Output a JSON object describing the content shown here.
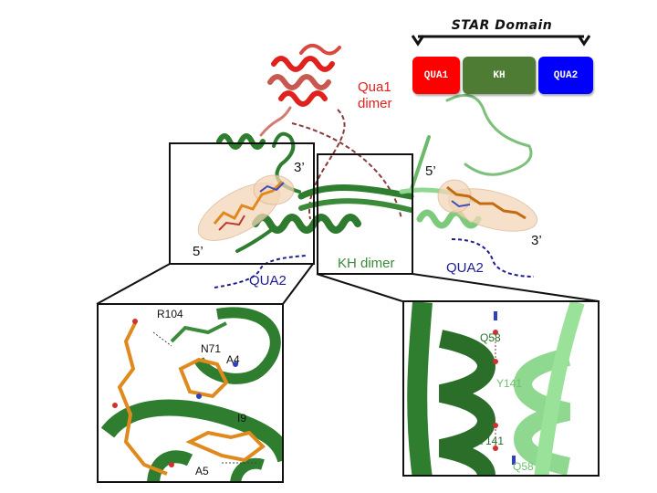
{
  "legend": {
    "title": "STAR Domain",
    "domains": [
      {
        "label": "QUA1",
        "color": "#fe0000"
      },
      {
        "label": "KH",
        "color": "#4e7c35"
      },
      {
        "label": "QUA2",
        "color": "#0000fb"
      }
    ]
  },
  "structure": {
    "qua1_dimer_label": [
      "Qua1",
      "dimer"
    ],
    "qua1_color": "#e0211d",
    "kh_dimer_label": "KH dimer",
    "kh_color": "#3a8a3a",
    "qua2_left_label": "QUA2",
    "qua2_right_label": "QUA2",
    "qua2_color": "#1d1d8f",
    "rna_left_5prime": "5’",
    "rna_left_3prime": "3’",
    "rna_right_5prime": "5’",
    "rna_right_3prime": "3’"
  },
  "insets": {
    "left": {
      "residues": [
        "R104",
        "N71",
        "A4",
        "I9",
        "A5"
      ]
    },
    "right": {
      "residues": [
        "Q58",
        "Y141",
        "Y141",
        "Q58"
      ]
    }
  },
  "colors": {
    "dark_green": "#2f7d2f",
    "light_green": "#8fd88f",
    "rna_orange": "#e08a1e",
    "surface": "#f3d6b8",
    "frame": "#111111"
  }
}
